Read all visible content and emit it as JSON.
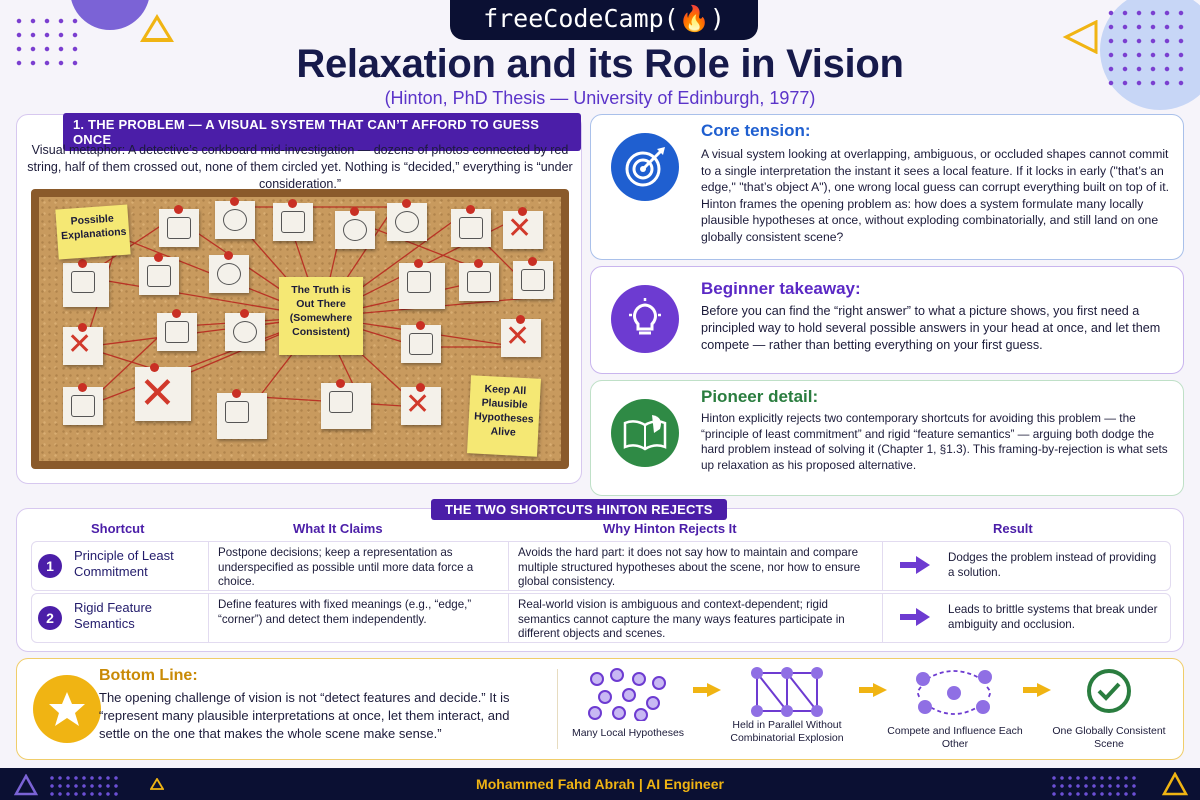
{
  "header": {
    "brand": "freeCodeCamp(🔥)",
    "title": "Relaxation and its Role in Vision",
    "subtitle": "(Hinton, PhD Thesis — University of Edinburgh, 1977)"
  },
  "problem": {
    "tag": "1. THE PROBLEM — A VISUAL SYSTEM THAT CAN’T AFFORD TO GUESS ONCE",
    "description": "Visual metaphor: A detective’s corkboard mid-investigation — dozens of photos connected by red string, half of them crossed out, none of them circled yet. Nothing is “decided,” everything is “under consideration.”",
    "notes": {
      "possible": "Possible Explanations",
      "truth": "The Truth is Out There (Somewhere Consistent)",
      "keep": "Keep All Plausible Hypotheses Alive"
    }
  },
  "core": {
    "title": "Core tension:",
    "icon": "target-icon",
    "body": "A visual system looking at overlapping, ambiguous, or occluded shapes cannot commit to a single interpretation the instant it sees a local feature. If it locks in early (\"that’s an edge,\" \"that’s object A\"), one wrong local guess can corrupt everything built on top of it. Hinton frames the opening problem as: how does a system formulate many locally plausible hypotheses at once, without exploding combinatorially, and still land on one globally consistent scene?"
  },
  "beginner": {
    "title": "Beginner takeaway:",
    "icon": "lightbulb-icon",
    "body": "Before you can find the “right answer” to what a picture shows, you first need a principled way to hold several possible answers in your head at once, and let them compete — rather than betting everything on your first guess."
  },
  "pioneer": {
    "title": "Pioneer detail:",
    "icon": "book-quill-icon",
    "body": "Hinton explicitly rejects two contemporary shortcuts for avoiding this problem — the “principle of least commitment” and rigid “feature semantics” — arguing both dodge the hard problem instead of solving it (Chapter 1, §1.3). This framing-by-rejection is what sets up relaxation as his proposed alternative."
  },
  "table": {
    "tag": "THE TWO SHORTCUTS HINTON REJECTS",
    "headers": {
      "shortcut": "Shortcut",
      "claims": "What It Claims",
      "why": "Why Hinton Rejects It",
      "result": "Result"
    },
    "rows": [
      {
        "num": "1",
        "shortcut": "Principle of Least Commitment",
        "claims": "Postpone decisions; keep a representation as underspecified as possible until more data force a choice.",
        "why": "Avoids the hard part: it does not say how to maintain and compare multiple structured hypotheses about the scene, nor how to ensure global consistency.",
        "result": "Dodges the problem instead of providing a solution."
      },
      {
        "num": "2",
        "shortcut": "Rigid Feature Semantics",
        "claims": "Define features with fixed meanings (e.g., “edge,” “corner”) and detect them independently.",
        "why": "Real-world vision is ambiguous and context-dependent; rigid semantics cannot capture the many ways features participate in different objects and scenes.",
        "result": "Leads to brittle systems that break under ambiguity and occlusion."
      }
    ]
  },
  "bottom": {
    "title": "Bottom Line:",
    "icon": "star-icon",
    "body": "The opening challenge of vision is not “detect features and decide.” It is “represent many plausible interpretations at once, let them interact, and settle on the one that makes the whole scene make sense.”",
    "flow": [
      "Many Local Hypotheses",
      "Held in Parallel Without Combinatorial Explosion",
      "Compete and Influence Each Other",
      "One Globally Consistent Scene"
    ]
  },
  "footer": {
    "credit": "Mohammed Fahd Abrah | AI Engineer"
  },
  "colors": {
    "navy": "#0b1033",
    "purple": "#4b1ea8",
    "blue": "#1f5fd0",
    "green": "#2f8a45",
    "gold": "#f0b413",
    "red_string": "#c92f24"
  }
}
